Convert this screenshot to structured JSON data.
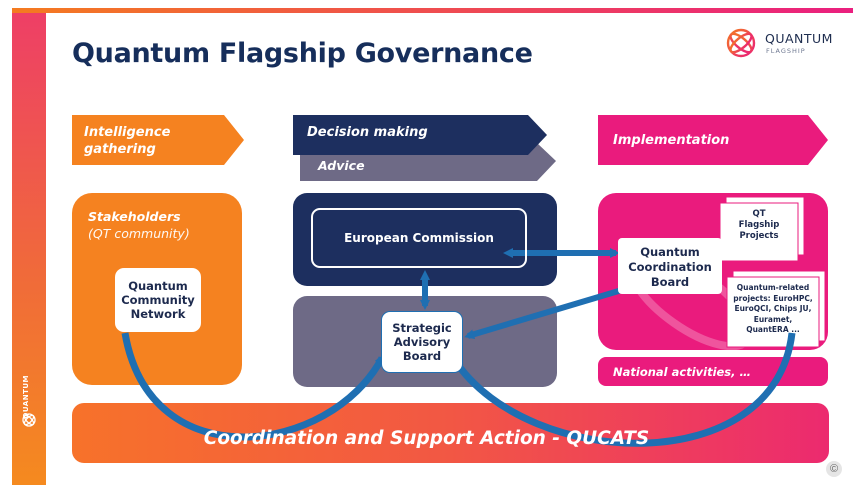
{
  "slide": {
    "title": "Quantum Flagship Governance",
    "logo": {
      "line1": "QUANTUM",
      "line2": "FLAGSHIP"
    },
    "side_logo_text": "QUANTUM"
  },
  "phases": {
    "intelligence": {
      "line1": "Intelligence",
      "line2": "gathering"
    },
    "decision": "Decision making",
    "advice": "Advice",
    "implementation": "Implementation"
  },
  "stakeholders": {
    "title": "Stakeholders",
    "subtitle": "(QT community)",
    "network": [
      "Quantum",
      "Community",
      "Network"
    ]
  },
  "commission": {
    "label": "European Commission"
  },
  "advisory": {
    "lines": [
      "Strategic",
      "Advisory",
      "Board"
    ]
  },
  "coordination_board": {
    "lines": [
      "Quantum",
      "Coordination",
      "Board"
    ]
  },
  "qt_projects": {
    "lines": [
      "QT",
      "Flagship",
      "Projects"
    ]
  },
  "related_projects": {
    "lines": [
      "Quantum-related",
      "projects: EuroHPC,",
      "EuroQCI, Chips JU,",
      "Euramet,",
      "QuantERA ..."
    ]
  },
  "national": "National activities, …",
  "csa": "Coordination and Support Action - QUCATS",
  "copyright": "©",
  "colors": {
    "navy": "#1d2f5f",
    "orange": "#f58220",
    "magenta": "#ea1b7d",
    "slate": "#6e6a86",
    "arrow_blue": "#1f6fb2"
  }
}
